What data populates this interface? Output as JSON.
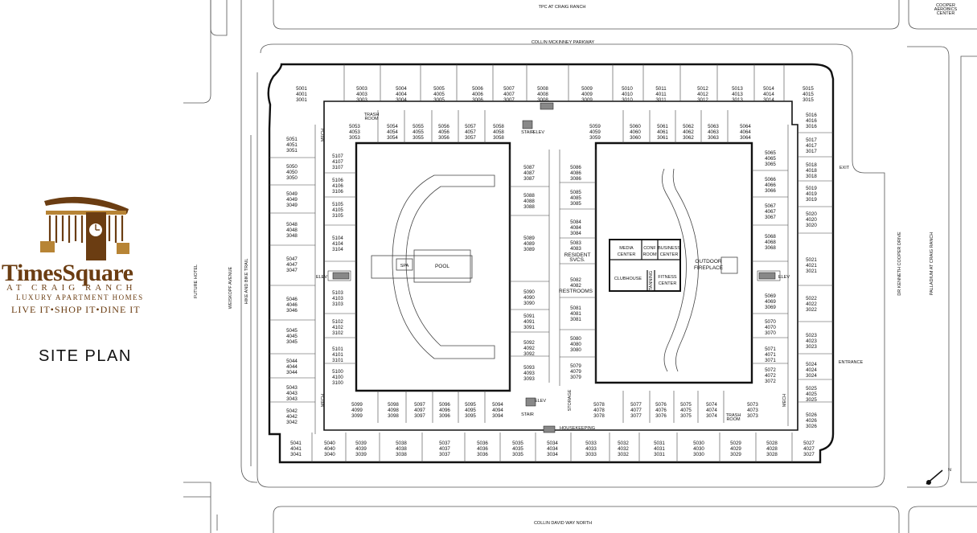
{
  "logo": {
    "brand": "TimesSquare",
    "sub1": "AT CRAIG RANCH",
    "sub2": "LUXURY APARTMENT HOMES",
    "sub3": "LIVE IT•SHOP IT•DINE IT"
  },
  "site_title": "SITE PLAN",
  "streets": {
    "top": "TPC AT CRAIG RANCH",
    "top_right": [
      "COOPER",
      "AEROBICS",
      "CENTER"
    ],
    "parkway": "COLLIN MCKINNEY PARKWAY",
    "bottom": "COLLIN DAVID WAY NORTH",
    "future_hotel": "FUTURE HOTEL",
    "weiskopf": "WEISKOPF AVENUE",
    "hike_bike": "HIKE AND BIKE TRAIL",
    "cooper_drive": "DR KENNETH COOPER DRIVE",
    "palladium": "PALLADIUM AT CRAIG RANCH"
  },
  "amenities": {
    "pool": "POOL",
    "spa": "SPA",
    "media": [
      "MEDIA",
      "CENTER"
    ],
    "conf": [
      "CONF",
      "ROOM"
    ],
    "business": [
      "BUSINESS",
      "CENTER"
    ],
    "clubhouse": "CLUBHOUSE",
    "tanning": "TANNING",
    "fitness": [
      "FITNESS",
      "CENTER"
    ],
    "outdoor": [
      "OUTDOOR",
      "FIREPLACE"
    ],
    "resident": [
      "RESIDENT",
      "SVCS."
    ],
    "restrooms": "RESTROOMS",
    "housekeeping": "HOUSEKEEPING",
    "trash": [
      "TRASH",
      "ROOM"
    ],
    "mech": "MECH",
    "elev": "ELEV",
    "stair": "STAIR",
    "storage": "STORAGE",
    "exit": "EXIT",
    "entrance": "ENTRANCE",
    "north": "N"
  },
  "units": {
    "top_row": [
      [
        "5001",
        "4001",
        "3001"
      ],
      [
        "5003",
        "4003",
        "3003"
      ],
      [
        "5004",
        "4004",
        "3004"
      ],
      [
        "5005",
        "4005",
        "3005"
      ],
      [
        "5006",
        "4006",
        "3006"
      ],
      [
        "5007",
        "4007",
        "3007"
      ],
      [
        "5008",
        "4008",
        "3008"
      ],
      [
        "5009",
        "4009",
        "3009"
      ],
      [
        "5010",
        "4010",
        "3010"
      ],
      [
        "5011",
        "4011",
        "3011"
      ],
      [
        "5012",
        "4012",
        "3012"
      ],
      [
        "5013",
        "4013",
        "3013"
      ],
      [
        "5014",
        "4014",
        "3014"
      ],
      [
        "5015",
        "4015",
        "3015"
      ]
    ],
    "bottom_row": [
      [
        "5041",
        "4041",
        "3041"
      ],
      [
        "5040",
        "4040",
        "3040"
      ],
      [
        "5039",
        "4039",
        "3039"
      ],
      [
        "5038",
        "4038",
        "3038"
      ],
      [
        "5037",
        "4037",
        "3037"
      ],
      [
        "5036",
        "4036",
        "3036"
      ],
      [
        "5035",
        "4035",
        "3035"
      ],
      [
        "5034",
        "4034",
        "3034"
      ],
      [
        "5033",
        "4033",
        "3033"
      ],
      [
        "5032",
        "4032",
        "3032"
      ],
      [
        "5031",
        "4031",
        "3031"
      ],
      [
        "5030",
        "4030",
        "3030"
      ],
      [
        "5029",
        "4029",
        "3029"
      ],
      [
        "5028",
        "4028",
        "3028"
      ],
      [
        "5027",
        "4027",
        "3027"
      ]
    ],
    "left_col": [
      [
        "5051",
        "4051",
        "3051"
      ],
      [
        "5050",
        "4050",
        "3050"
      ],
      [
        "5049",
        "4049",
        "3049"
      ],
      [
        "5048",
        "4048",
        "3048"
      ],
      [
        "5047",
        "4047",
        "3047"
      ],
      [
        "5046",
        "4046",
        "3046"
      ],
      [
        "5045",
        "4045",
        "3045"
      ],
      [
        "5044",
        "4044",
        "3044"
      ],
      [
        "5043",
        "4043",
        "3043"
      ],
      [
        "5042",
        "4042",
        "3042"
      ]
    ],
    "right_col": [
      [
        "5016",
        "4016",
        "3016"
      ],
      [
        "5017",
        "4017",
        "3017"
      ],
      [
        "5018",
        "4018",
        "3018"
      ],
      [
        "5019",
        "4019",
        "3019"
      ],
      [
        "5020",
        "4020",
        "3020"
      ],
      [
        "5021",
        "4021",
        "3021"
      ],
      [
        "5022",
        "4022",
        "3022"
      ],
      [
        "5023",
        "4023",
        "3023"
      ],
      [
        "5024",
        "4024",
        "3024"
      ],
      [
        "5025",
        "4025",
        "3025"
      ],
      [
        "5026",
        "4026",
        "3026"
      ]
    ],
    "inner_top_left": [
      [
        "5053",
        "4053",
        "3053"
      ],
      [
        "5054",
        "4054",
        "3054"
      ],
      [
        "5055",
        "4055",
        "3055"
      ],
      [
        "5056",
        "4056",
        "3056"
      ],
      [
        "5057",
        "4057",
        "3057"
      ],
      [
        "5058",
        "4058",
        "3058"
      ]
    ],
    "inner_top_right": [
      [
        "5059",
        "4059",
        "3059"
      ],
      [
        "5060",
        "4060",
        "3060"
      ],
      [
        "5061",
        "4061",
        "3061"
      ],
      [
        "5062",
        "4062",
        "3062"
      ],
      [
        "5063",
        "4063",
        "3063"
      ],
      [
        "5064",
        "4064",
        "3064"
      ]
    ],
    "inner_left_col": [
      [
        "5107",
        "4107",
        "3107"
      ],
      [
        "5106",
        "4106",
        "3106"
      ],
      [
        "5105",
        "4105",
        "3105"
      ],
      [
        "5104",
        "4104",
        "3104"
      ],
      [
        "5103",
        "4103",
        "3103"
      ],
      [
        "5102",
        "4102",
        "3102"
      ],
      [
        "5101",
        "4101",
        "3101"
      ],
      [
        "5100",
        "4100",
        "3100"
      ]
    ],
    "inner_bottom_left": [
      [
        "5099",
        "4099",
        "3099"
      ],
      [
        "5098",
        "4098",
        "3098"
      ],
      [
        "5097",
        "4097",
        "3097"
      ],
      [
        "5096",
        "4096",
        "3096"
      ],
      [
        "5095",
        "4095",
        "3095"
      ],
      [
        "5094",
        "4094",
        "3094"
      ]
    ],
    "inner_bottom_right": [
      [
        "5078",
        "4078",
        "3078"
      ],
      [
        "5077",
        "4077",
        "3077"
      ],
      [
        "5076",
        "4076",
        "3076"
      ],
      [
        "5075",
        "4075",
        "3075"
      ],
      [
        "5074",
        "4074",
        "3074"
      ],
      [
        "5073",
        "4073",
        "3073"
      ]
    ],
    "middle_left": [
      [
        "5087",
        "4087",
        "3087"
      ],
      [
        "5088",
        "4088",
        "3088"
      ],
      [
        "5089",
        "4089",
        "3089"
      ],
      [
        "5090",
        "4090",
        "3090"
      ],
      [
        "5091",
        "4091",
        "3091"
      ],
      [
        "5092",
        "4092",
        "3092"
      ],
      [
        "5093",
        "4093",
        "3093"
      ]
    ],
    "middle_right": [
      [
        "5086",
        "4086",
        "3086"
      ],
      [
        "5085",
        "4085",
        "3085"
      ],
      [
        "5084",
        "4084",
        "3084"
      ],
      [
        "5083",
        "4083"
      ],
      [
        "5082",
        "4082"
      ],
      [
        "5081",
        "4081",
        "3081"
      ],
      [
        "5080",
        "4080",
        "3080"
      ],
      [
        "5079",
        "4079",
        "3079"
      ]
    ],
    "inner_right_col": [
      [
        "5065",
        "4065",
        "3065"
      ],
      [
        "5066",
        "4066",
        "3066"
      ],
      [
        "5067",
        "4067",
        "3067"
      ],
      [
        "5068",
        "4068",
        "3068"
      ],
      [
        "5069",
        "4069",
        "3069"
      ],
      [
        "5070",
        "4070",
        "3070"
      ],
      [
        "5071",
        "4071",
        "3071"
      ],
      [
        "5072",
        "4072",
        "3072"
      ]
    ]
  }
}
